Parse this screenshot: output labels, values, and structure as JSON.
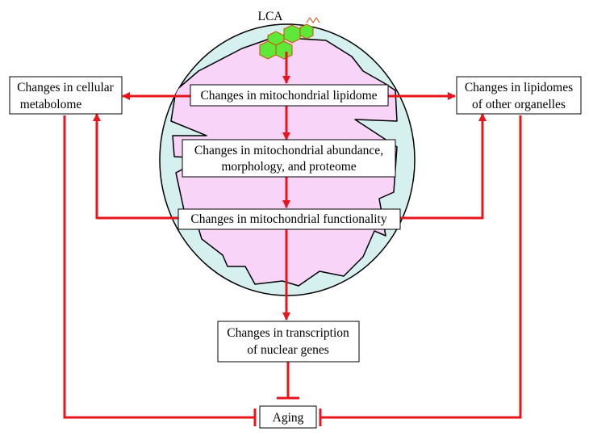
{
  "labels": {
    "lca": "LCA",
    "lipidome": "Changes in mitochondrial lipidome",
    "abundance_l1": "Changes in mitochondrial abundance,",
    "abundance_l2": "morphology, and proteome",
    "functionality": "Changes in mitochondrial functionality",
    "metabolome_l1": "Changes in cellular",
    "metabolome_l2": "metabolome",
    "organelles_l1": "Changes in lipidomes",
    "organelles_l2": "of other organelles",
    "transcription_l1": "Changes in transcription",
    "transcription_l2": "of nuclear genes",
    "aging": "Aging"
  },
  "colors": {
    "arrow": "#e8141b",
    "outer_membrane": "#d6f0f0",
    "matrix": "#f8d4f8",
    "lca_fill": "#5ee83a",
    "lca_stroke": "#d44a00"
  }
}
